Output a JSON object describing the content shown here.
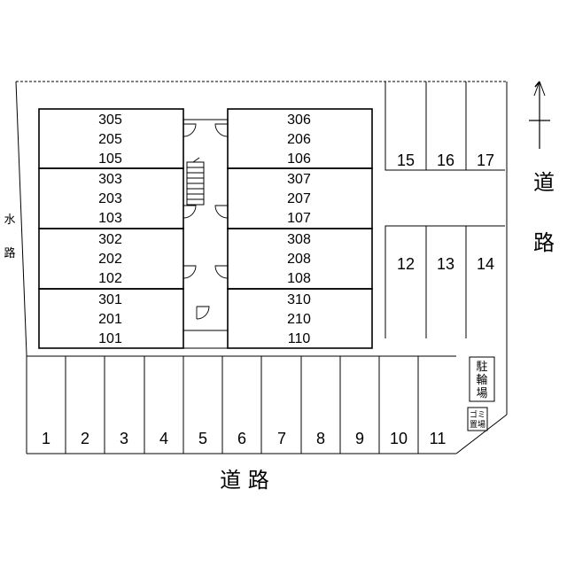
{
  "buildings": {
    "left": [
      [
        "305",
        "205",
        "105"
      ],
      [
        "303",
        "203",
        "103"
      ],
      [
        "302",
        "202",
        "102"
      ],
      [
        "301",
        "201",
        "101"
      ]
    ],
    "right": [
      [
        "306",
        "206",
        "106"
      ],
      [
        "307",
        "207",
        "107"
      ],
      [
        "308",
        "208",
        "108"
      ],
      [
        "310",
        "210",
        "110"
      ]
    ]
  },
  "parking": {
    "bottom_row": [
      "1",
      "2",
      "3",
      "4",
      "5",
      "6",
      "7",
      "8",
      "9",
      "10",
      "11"
    ],
    "right_upper": [
      "15",
      "16",
      "17"
    ],
    "right_lower": [
      "12",
      "13",
      "14"
    ]
  },
  "labels": {
    "road_bottom": "道 路",
    "road_right_top": "道",
    "road_right_bottom": "路",
    "waterway_top": "水",
    "waterway_bottom": "路",
    "bicycle_parking": [
      "駐",
      "輪",
      "場"
    ],
    "garbage": [
      "ゴミ",
      "置場"
    ]
  },
  "icons": {
    "north_arrow": "north-arrow-icon"
  }
}
